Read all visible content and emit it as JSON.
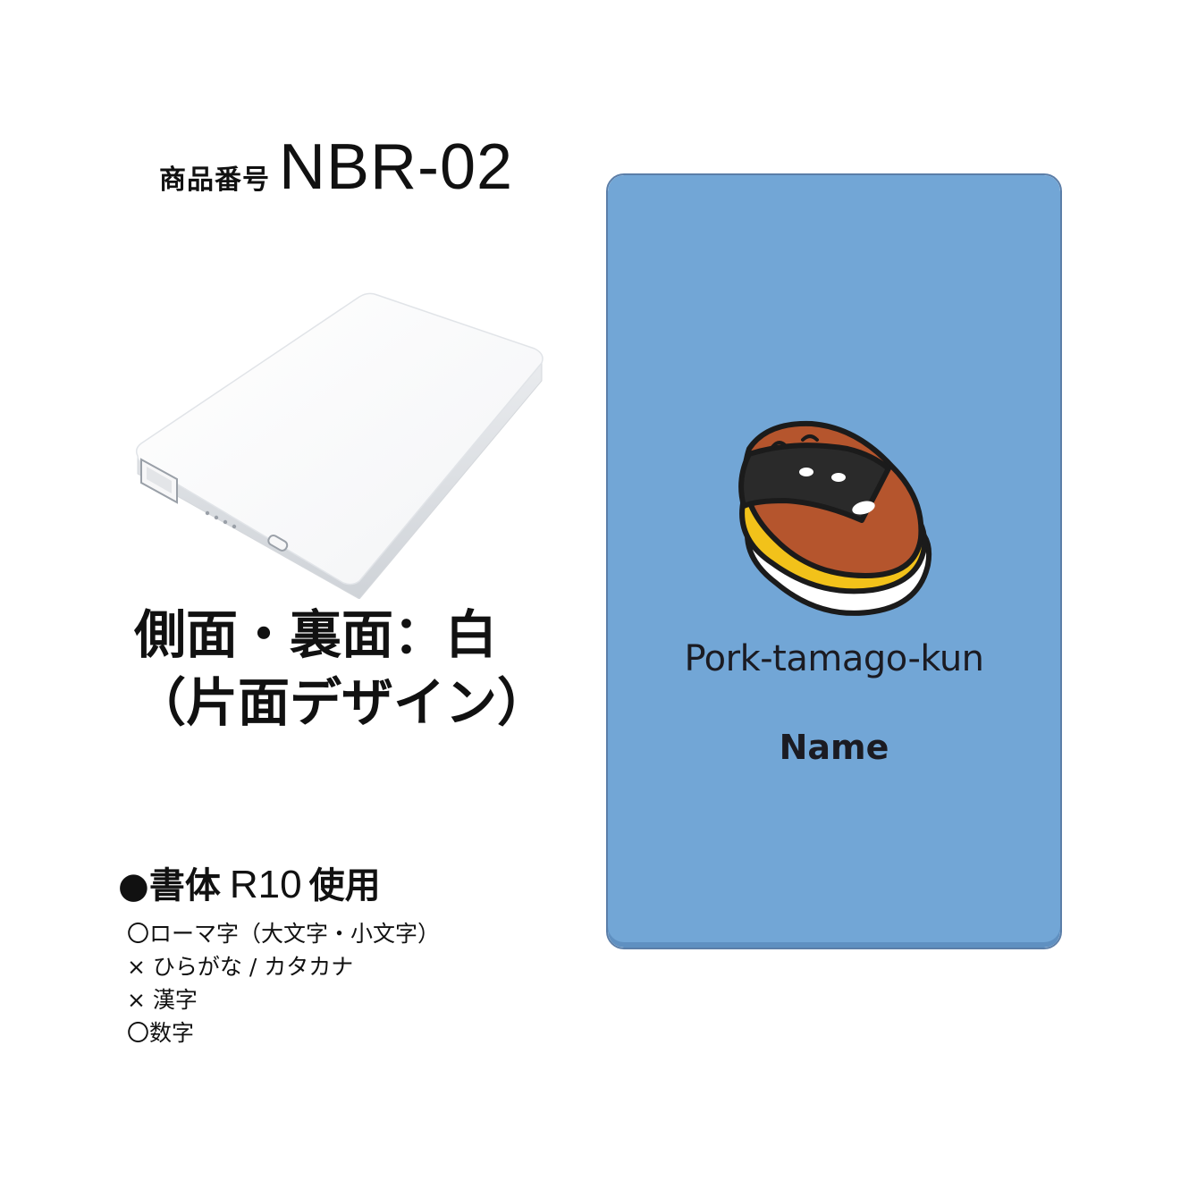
{
  "product": {
    "label": "商品番号",
    "code": "NBR-02"
  },
  "color_description": {
    "line1": "側面・裏面：白",
    "line2": "（片面デザイン）"
  },
  "font_info": {
    "bullet": "●",
    "prefix": "書体",
    "code": "R10",
    "suffix": "使用",
    "rules": [
      "〇ローマ字（大文字・小文字）",
      "× ひらがな / カタカナ",
      "× 漢字",
      "〇数字"
    ]
  },
  "card": {
    "title": "Pork-tamago-kun",
    "name": "Name",
    "background_color": "#72a6d6",
    "text_color": "#1b1b22"
  },
  "colors": {
    "device_body": "#ffffff",
    "pork": "#b5552d",
    "nori": "#2a2a2a",
    "egg": "#f2c21a"
  }
}
